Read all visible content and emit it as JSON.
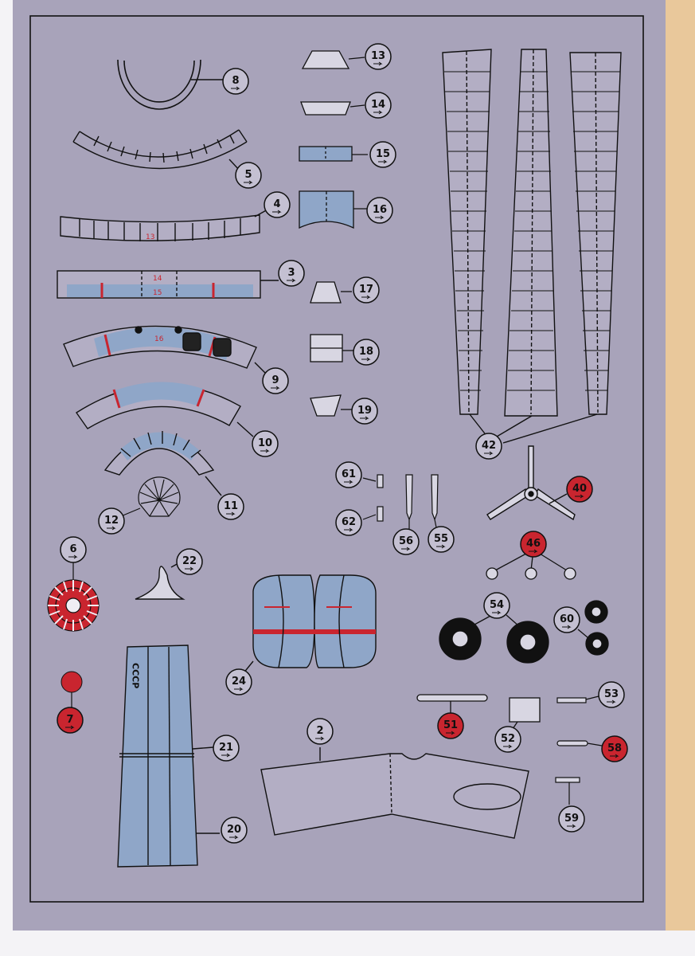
{
  "colors": {
    "sheet": "#a8a3ba",
    "strip": "#e9c89b",
    "ink": "#111111",
    "part_fill": "#b3aec4",
    "blue": "#8fa6c8",
    "red": "#c9252f"
  },
  "part_labels": {
    "p2": "2",
    "p3": "3",
    "p4": "4",
    "p5": "5",
    "p6": "6",
    "p7": "7",
    "p8": "8",
    "p9": "9",
    "p10": "10",
    "p11": "11",
    "p12": "12",
    "p13": "13",
    "p14": "14",
    "p15": "15",
    "p16": "16",
    "p17": "17",
    "p18": "18",
    "p19": "19",
    "p20": "20",
    "p21": "21",
    "p22": "22",
    "p24": "24",
    "p40": "40",
    "p42": "42",
    "p46": "46",
    "p51": "51",
    "p52": "52",
    "p53": "53",
    "p54": "54",
    "p55": "55",
    "p56": "56",
    "p58": "58",
    "p59": "59",
    "p60": "60",
    "p61": "61",
    "p62": "62"
  },
  "red_badges": [
    "p7",
    "p40",
    "p46",
    "p51",
    "p58"
  ],
  "inline_marks": {
    "m14": "14",
    "m15": "15",
    "m16": "16",
    "m13": "13",
    "fuselage_text": "CCCP"
  }
}
